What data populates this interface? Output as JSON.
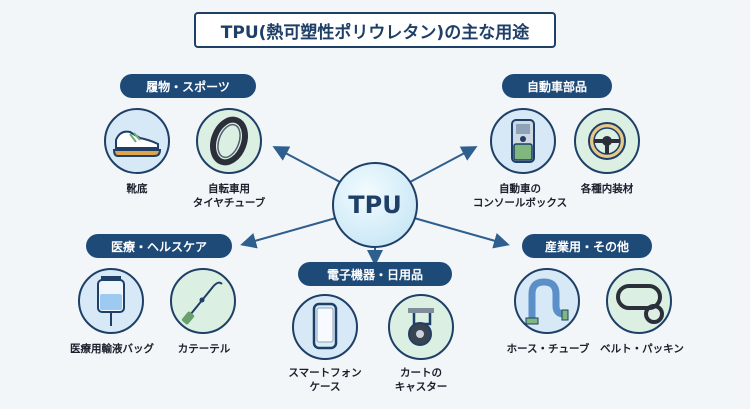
{
  "title": "TPU(熱可塑性ポリウレタン)の主な用途",
  "center": "TPU",
  "categories": {
    "footwear": {
      "label": "履物・スポーツ",
      "items": [
        {
          "name": "靴底",
          "icon": "shoe-icon"
        },
        {
          "name": "自転車用\nタイヤチューブ",
          "icon": "tire-icon"
        }
      ]
    },
    "automotive": {
      "label": "自動車部品",
      "items": [
        {
          "name": "自動車の\nコンソールボックス",
          "icon": "console-icon"
        },
        {
          "name": "各種内装材",
          "icon": "steering-wheel-icon"
        }
      ]
    },
    "medical": {
      "label": "医療・ヘルスケア",
      "items": [
        {
          "name": "医療用輸液バッグ",
          "icon": "iv-bag-icon"
        },
        {
          "name": "カテーテル",
          "icon": "catheter-icon"
        }
      ]
    },
    "electronics": {
      "label": "電子機器・日用品",
      "items": [
        {
          "name": "スマートフォン\nケース",
          "icon": "phone-case-icon"
        },
        {
          "name": "カートの\nキャスター",
          "icon": "caster-icon"
        }
      ]
    },
    "industrial": {
      "label": "産業用・その他",
      "items": [
        {
          "name": "ホース・チューブ",
          "icon": "hose-icon"
        },
        {
          "name": "ベルト・パッキン",
          "icon": "belt-icon"
        }
      ]
    }
  },
  "colors": {
    "navy": "#1e3f66",
    "pill": "#1e4a78",
    "circle_blue": "#d7e9f7",
    "circle_green": "#dcefe3",
    "accent_green": "#7fb77e"
  }
}
